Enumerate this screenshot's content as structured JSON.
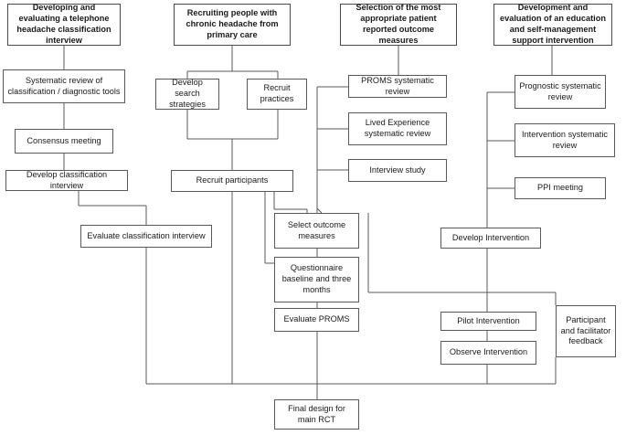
{
  "figure": {
    "type": "flowchart",
    "orientation": "top-down",
    "background_color": "#ffffff",
    "box_border_color": "#595959",
    "connector_color": "#595959",
    "text_color": "#1a1a1a"
  },
  "columns": [
    {
      "id": "column-classification-interview",
      "header": "Developing and evaluating a telephone headache classification interview",
      "steps": [
        "Systematic review of classification / diagnostic tools",
        "Consensus meeting",
        "Develop classification interview",
        "Evaluate classification interview"
      ]
    },
    {
      "id": "column-recruitment",
      "header": "Recruiting people with chronic headache from primary care",
      "steps": [
        "Develop search strategies",
        "Recruit practices",
        "Recruit participants"
      ]
    },
    {
      "id": "column-outcome-measures",
      "header": "Selection of the most appropriate patient reported outcome measures",
      "steps": [
        "PROMS systematic review",
        "Lived Experience systematic review",
        "Interview study",
        "Select outcome measures",
        "Questionnaire baseline and three months",
        "Evaluate PROMS"
      ]
    },
    {
      "id": "column-intervention",
      "header": "Development and evaluation of an education and self-management support intervention",
      "steps": [
        "Prognostic systematic review",
        "Intervention systematic review",
        "PPI meeting",
        "Develop Intervention",
        "Pilot Intervention",
        "Observe Intervention",
        "Participant and facilitator feedback"
      ]
    }
  ],
  "final": {
    "label": "Final design for main RCT"
  },
  "nodes": {
    "header_1": "Developing and evaluating a telephone headache classification interview",
    "header_2": "Recruiting people with chronic headache from primary care",
    "header_3": "Selection of the most appropriate patient reported outcome measures",
    "header_4": "Development and evaluation of an education and self-management support intervention",
    "systematic_review_classification": "Systematic review of classification / diagnostic tools",
    "consensus_meeting": "Consensus meeting",
    "develop_classification_interview": "Develop classification interview",
    "evaluate_classification_interview": "Evaluate classification interview",
    "develop_search_strategies": "Develop search strategies",
    "recruit_practices": "Recruit practices",
    "recruit_participants": "Recruit participants",
    "proms_systematic_review": "PROMS systematic review",
    "lived_experience_systematic_review": "Lived Experience systematic review",
    "interview_study": "Interview study",
    "select_outcome_measures": "Select outcome measures",
    "questionnaire_baseline": "Questionnaire baseline and three months",
    "evaluate_proms": "Evaluate PROMS",
    "prognostic_systematic_review": "Prognostic systematic review",
    "intervention_systematic_review": "Intervention systematic review",
    "ppi_meeting": "PPI meeting",
    "develop_intervention": "Develop Intervention",
    "pilot_intervention": "Pilot Intervention",
    "observe_intervention": "Observe Intervention",
    "participant_facilitator_feedback": "Participant and facilitator feedback",
    "final_design_rct": "Final design for main RCT"
  }
}
